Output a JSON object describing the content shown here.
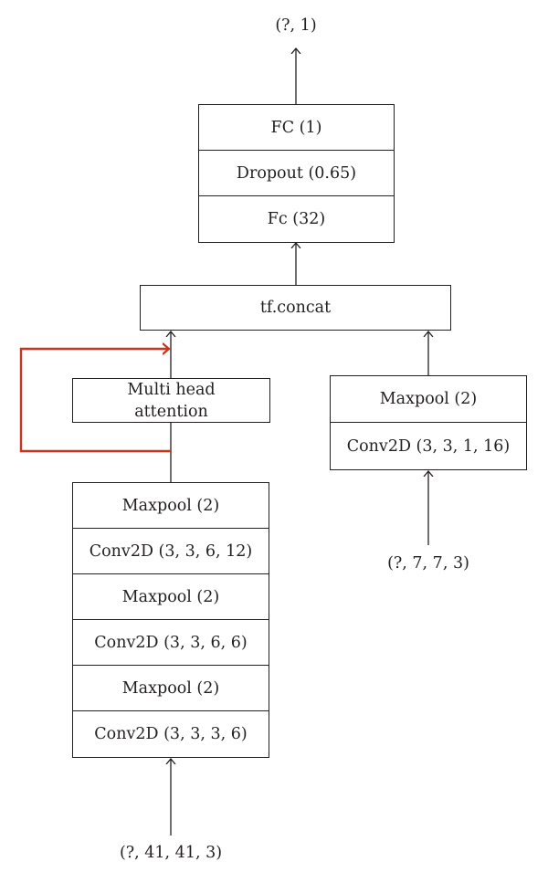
{
  "top_block": [
    "FC (1)",
    "Dropout (0.65)",
    "Fc (32)"
  ],
  "concat_label": "tf.concat",
  "attention_label": "Multi head attention",
  "left_stack": [
    "Maxpool (2)",
    "Conv2D (3, 3, 6, 12)",
    "Maxpool (2)",
    "Conv2D (3, 3, 6, 6)",
    "Maxpool (2)",
    "Conv2D (3, 3, 3, 6)"
  ],
  "right_stack": [
    "Maxpool (2)",
    "Conv2D (3, 3, 1, 16)"
  ],
  "output_label": "(?, 1)",
  "left_input_label": "(?, 41, 41, 3)",
  "right_input_label": "(?, 7, 7, 3)",
  "colors": {
    "line": "#231f20",
    "skip_connection": "#c9341f"
  }
}
